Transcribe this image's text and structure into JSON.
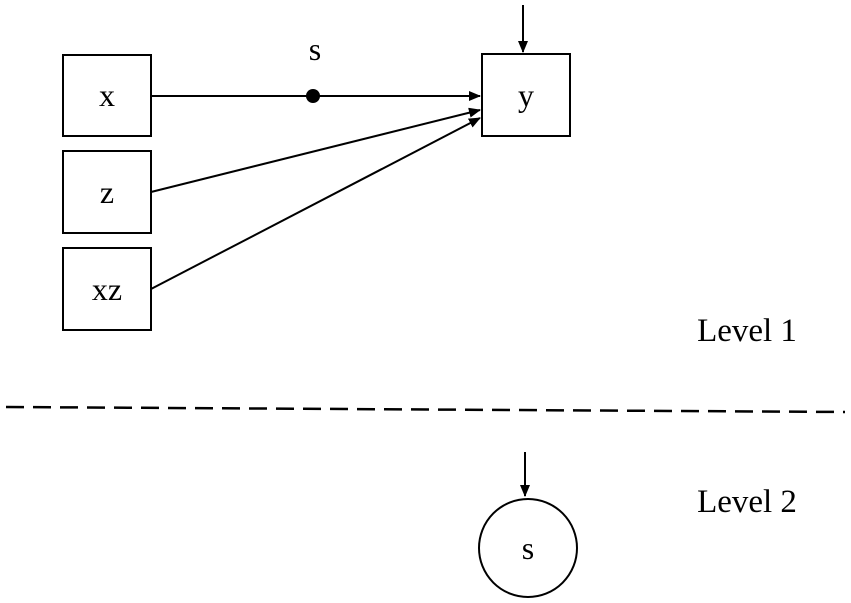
{
  "nodes": {
    "x": "x",
    "z": "z",
    "xz": "xz",
    "y": "y",
    "s_between": "s"
  },
  "slope_label": "s",
  "levels": {
    "level1": "Level 1",
    "level2": "Level 2"
  }
}
